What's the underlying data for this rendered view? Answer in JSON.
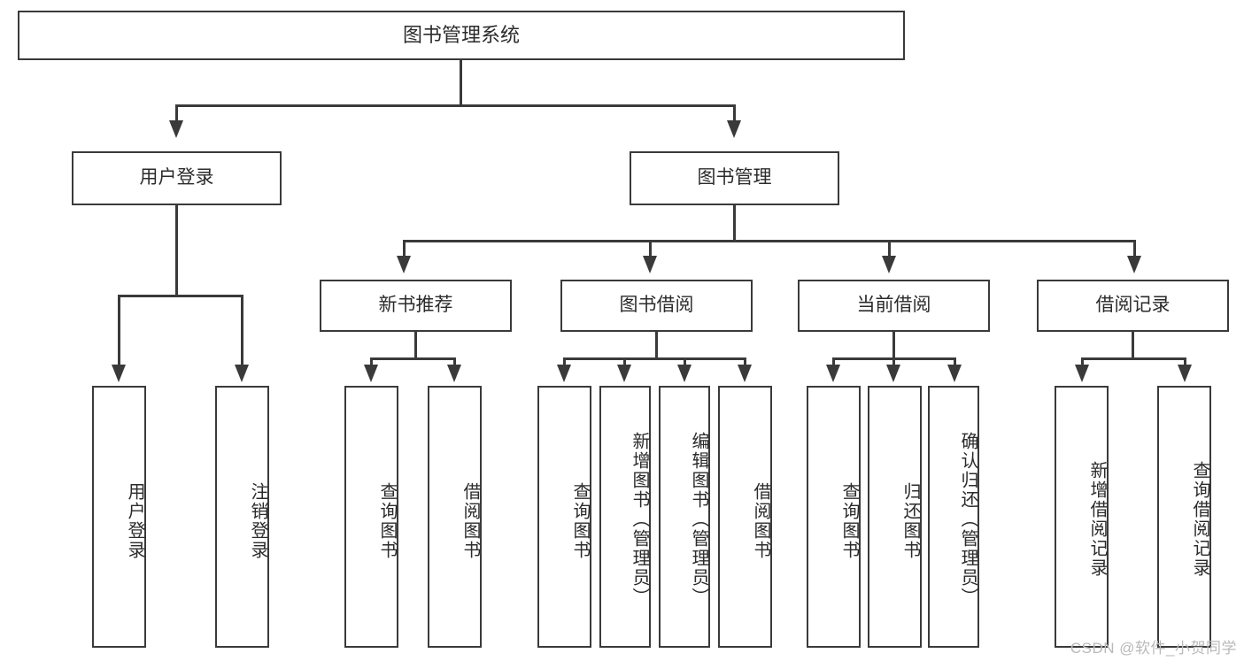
{
  "diagram": {
    "title": "图书管理系统",
    "type": "tree-hierarchy-diagram",
    "watermark": "CSDN @软件_小贺同学",
    "colors": {
      "line": "#3a3a3a",
      "box_border": "#3a3a3a",
      "box_fill": "#ffffff",
      "text": "#2b2b2b",
      "watermark": "#b9b9b9",
      "background": "#ffffff"
    },
    "levels": {
      "level0": {
        "label": "图书管理系统"
      },
      "level1": [
        {
          "label": "用户登录"
        },
        {
          "label": "图书管理"
        }
      ],
      "level2": [
        {
          "label": "新书推荐"
        },
        {
          "label": "图书借阅"
        },
        {
          "label": "当前借阅"
        },
        {
          "label": "借阅记录"
        }
      ],
      "level3": {
        "user_login_children": [
          {
            "label": "用户登录"
          },
          {
            "label": "注销登录"
          }
        ],
        "new_book_children": [
          {
            "label": "查询图书"
          },
          {
            "label": "借阅图书"
          }
        ],
        "book_borrow_children": [
          {
            "label": "查询图书"
          },
          {
            "label": "新增图书（管理员）"
          },
          {
            "label": "编辑图书（管理员）"
          },
          {
            "label": "借阅图书"
          }
        ],
        "current_borrow_children": [
          {
            "label": "查询图书"
          },
          {
            "label": "归还图书"
          },
          {
            "label": "确认归还（管理员）"
          }
        ],
        "borrow_record_children": [
          {
            "label": "新增借阅记录"
          },
          {
            "label": "查询借阅记录"
          }
        ]
      }
    }
  }
}
